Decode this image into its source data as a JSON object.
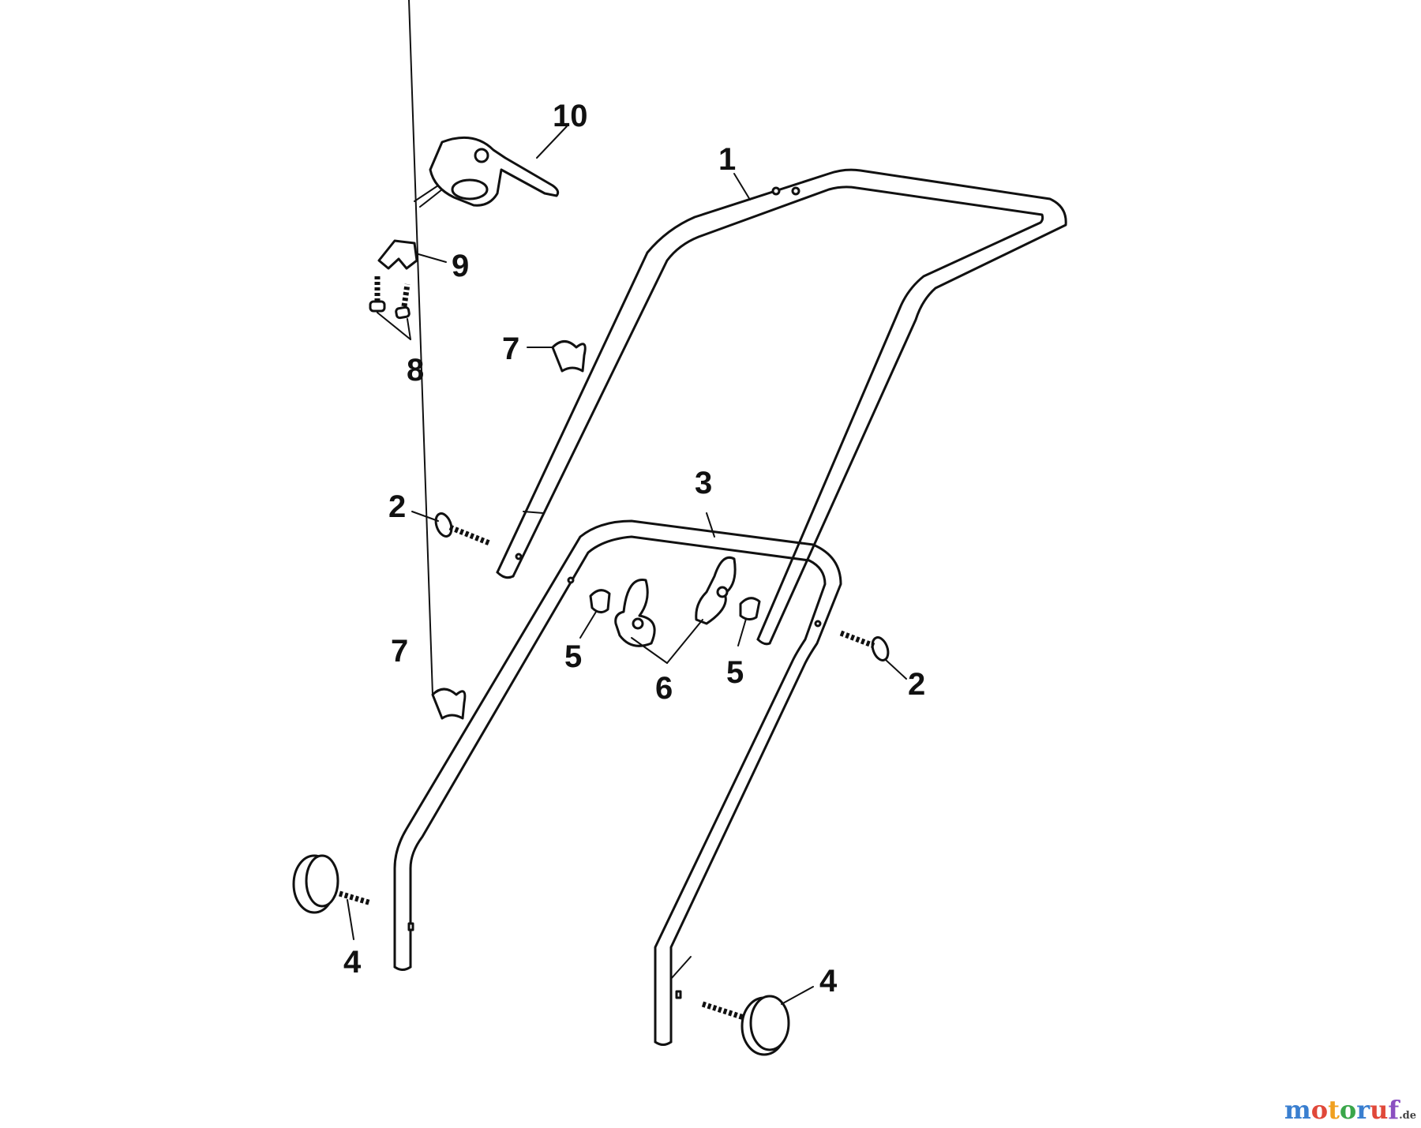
{
  "callouts": [
    {
      "id": "c10",
      "text": "10"
    },
    {
      "id": "c1",
      "text": "1"
    },
    {
      "id": "c9",
      "text": "9"
    },
    {
      "id": "c8",
      "text": "8"
    },
    {
      "id": "c7a",
      "text": "7"
    },
    {
      "id": "c3",
      "text": "3"
    },
    {
      "id": "c2a",
      "text": "2"
    },
    {
      "id": "c7b",
      "text": "7"
    },
    {
      "id": "c5a",
      "text": "5"
    },
    {
      "id": "c6",
      "text": "6"
    },
    {
      "id": "c5b",
      "text": "5"
    },
    {
      "id": "c2b",
      "text": "2"
    },
    {
      "id": "c4a",
      "text": "4"
    },
    {
      "id": "c4b",
      "text": "4"
    }
  ],
  "watermark": {
    "letters": [
      {
        "ch": "m",
        "color": "#3a7fd0"
      },
      {
        "ch": "o",
        "color": "#e0483a"
      },
      {
        "ch": "t",
        "color": "#f0a020"
      },
      {
        "ch": "o",
        "color": "#3aa64a"
      },
      {
        "ch": "r",
        "color": "#3a7fd0"
      },
      {
        "ch": "u",
        "color": "#e0483a"
      },
      {
        "ch": "f",
        "color": "#8a4fc0"
      }
    ],
    "suffix": ".de"
  }
}
